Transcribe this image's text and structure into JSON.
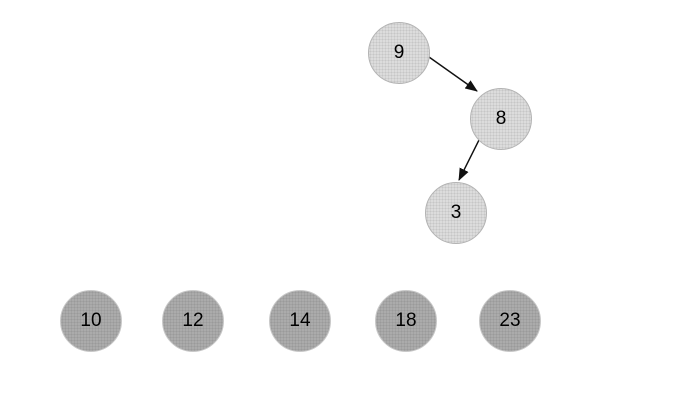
{
  "graph": {
    "tree_nodes": [
      {
        "value": "9"
      },
      {
        "value": "8"
      },
      {
        "value": "3"
      }
    ],
    "edges": [
      {
        "from": "9",
        "to": "8",
        "arrow": "true"
      },
      {
        "from": "8",
        "to": "3",
        "arrow": "true"
      }
    ],
    "array_values": [
      "10",
      "12",
      "14",
      "18",
      "23"
    ]
  },
  "colors": {
    "canvas_bg": "#ffffff",
    "tree_node_fill": "#dcdcdc",
    "tree_node_dot": "#c6c6c6",
    "tree_node_border": "#b3b3b3",
    "array_node_fill": "#ababab",
    "array_node_dot": "#9a9a9a",
    "array_node_border": "#c8c8c8",
    "arrow_color": "#111111",
    "text_color": "#000000"
  }
}
